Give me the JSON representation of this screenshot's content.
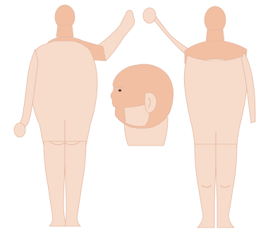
{
  "figure": {
    "figures": [
      {
        "name": "back-view-body",
        "view": "posterior"
      },
      {
        "name": "head-profile",
        "view": "left-lateral"
      },
      {
        "name": "front-view-body",
        "view": "anterior"
      }
    ],
    "colors": {
      "skin": "#f8dccb",
      "highlight": "#f2bfa3",
      "outline": "#e2b6a0",
      "eye": "#3a2a2a"
    }
  }
}
